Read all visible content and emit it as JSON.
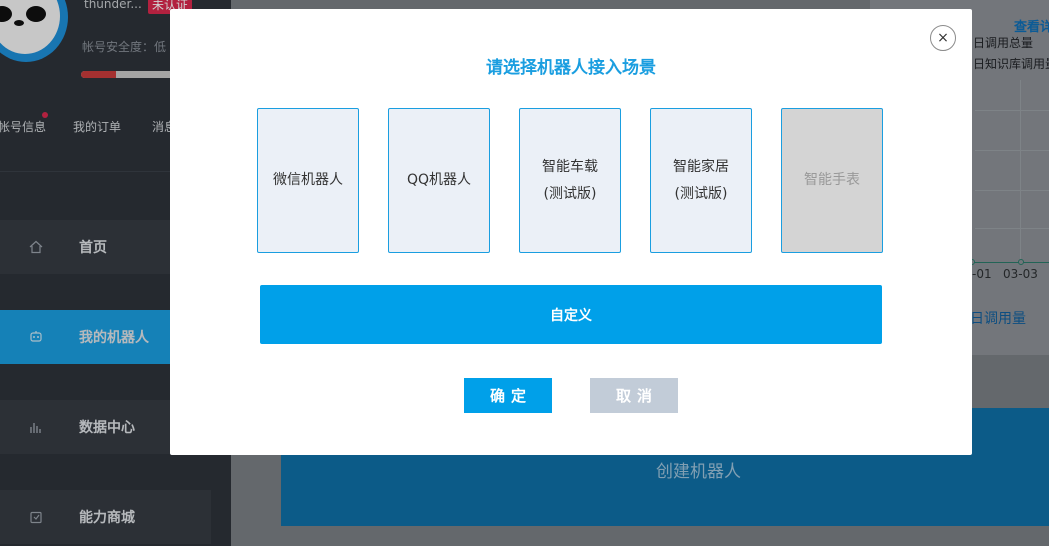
{
  "sidebar": {
    "username": "thunder...",
    "verify_badge": "未认证",
    "security_label": "帐号安全度：",
    "security_level": "低",
    "security_progress": 0.23,
    "quick_links": [
      "帐号信息",
      "我的订单",
      "消息"
    ],
    "nav": {
      "home": "首页",
      "robot": "我的机器人",
      "data": "数据中心",
      "store": "能力商城"
    }
  },
  "main": {
    "view_link": "查看详情",
    "legend_total": "日调用总量",
    "legend_kb": "日知识库调用量",
    "ticks": [
      "-01",
      "03-03"
    ],
    "daily_label": "日调用量",
    "create_button": "创建机器人"
  },
  "modal": {
    "title": "请选择机器人接入场景",
    "close_symbol": "×",
    "scenes": [
      {
        "line1": "微信机器人",
        "line2": ""
      },
      {
        "line1": "QQ机器人",
        "line2": ""
      },
      {
        "line1": "智能车载",
        "line2": "(测试版)"
      },
      {
        "line1": "智能家居",
        "line2": "(测试版)"
      },
      {
        "line1": "智能手表",
        "line2": ""
      }
    ],
    "custom_button": "自定义",
    "confirm": "确定",
    "cancel": "取消"
  },
  "colors": {
    "accent": "#00a0e9",
    "sidebar_active": "#1a9ee0",
    "badge": "#d9294e"
  },
  "icons": [
    "home-icon",
    "robot-icon",
    "chart-bars-icon",
    "calendar-icon",
    "close-icon"
  ]
}
